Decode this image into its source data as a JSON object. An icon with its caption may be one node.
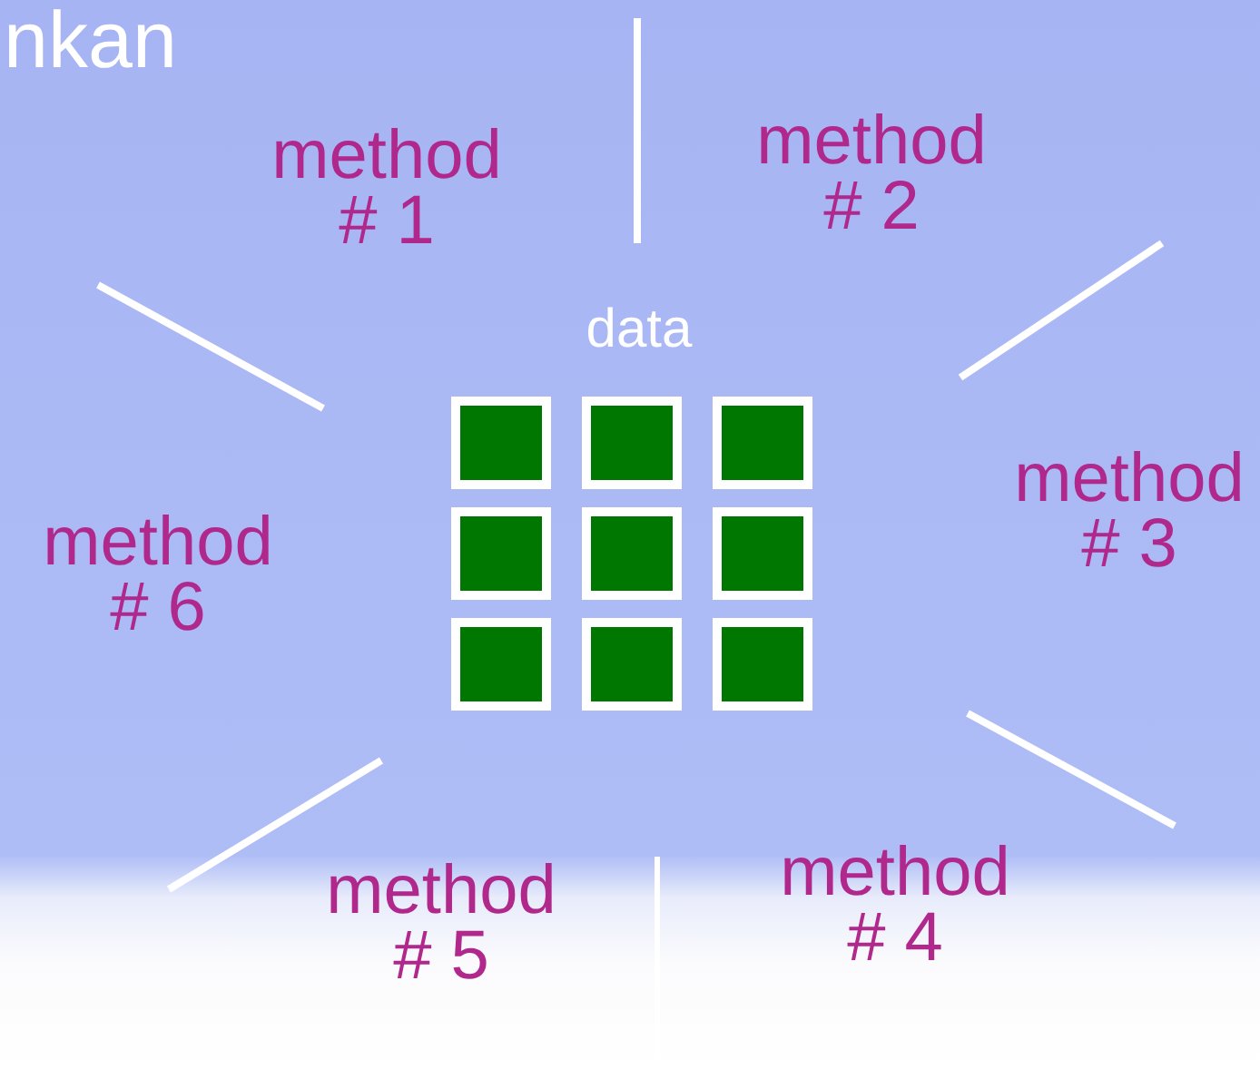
{
  "diagram": {
    "labels": [
      "nkan",
      "method # 1",
      "method # 2",
      "data",
      "method # 3",
      "method # 6",
      "method # 4",
      "method # 5"
    ]
  }
}
